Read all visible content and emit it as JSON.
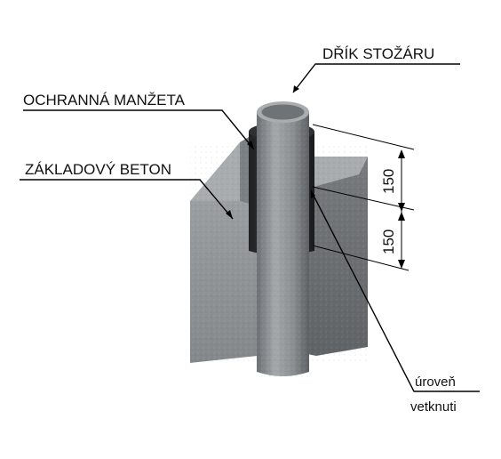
{
  "labels": {
    "mast_shaft": "DŘÍK STOŽÁRU",
    "protective_sleeve": "OCHRANNÁ MANŽETA",
    "foundation_concrete": "ZÁKLADOVÝ BETON",
    "embed_level_line1": "úroveň",
    "embed_level_line2": "vetknuti"
  },
  "dimensions": {
    "upper": "150",
    "lower": "150"
  },
  "colors": {
    "concrete_front": "#8e9294",
    "concrete_side": "#6f7375",
    "concrete_top": "#a6aaac",
    "pole": "#8f9396",
    "sleeve": "#2b2d2e",
    "line": "#000000"
  }
}
